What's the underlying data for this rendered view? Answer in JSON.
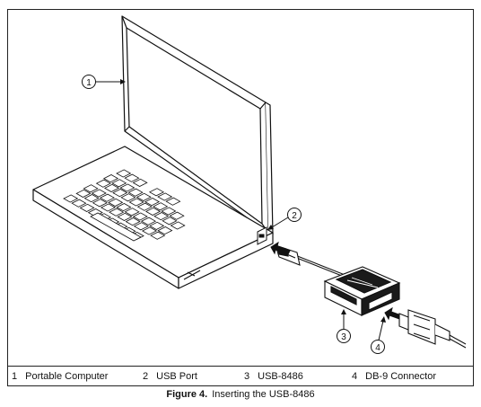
{
  "callouts": [
    "1",
    "2",
    "3",
    "4"
  ],
  "legend": [
    {
      "num": "1",
      "label": "Portable Computer"
    },
    {
      "num": "2",
      "label": "USB Port"
    },
    {
      "num": "3",
      "label": "USB-8486"
    },
    {
      "num": "4",
      "label": "DB-9 Connector"
    }
  ],
  "caption": {
    "figure": "Figure 4.",
    "text": "Inserting the USB-8486"
  }
}
